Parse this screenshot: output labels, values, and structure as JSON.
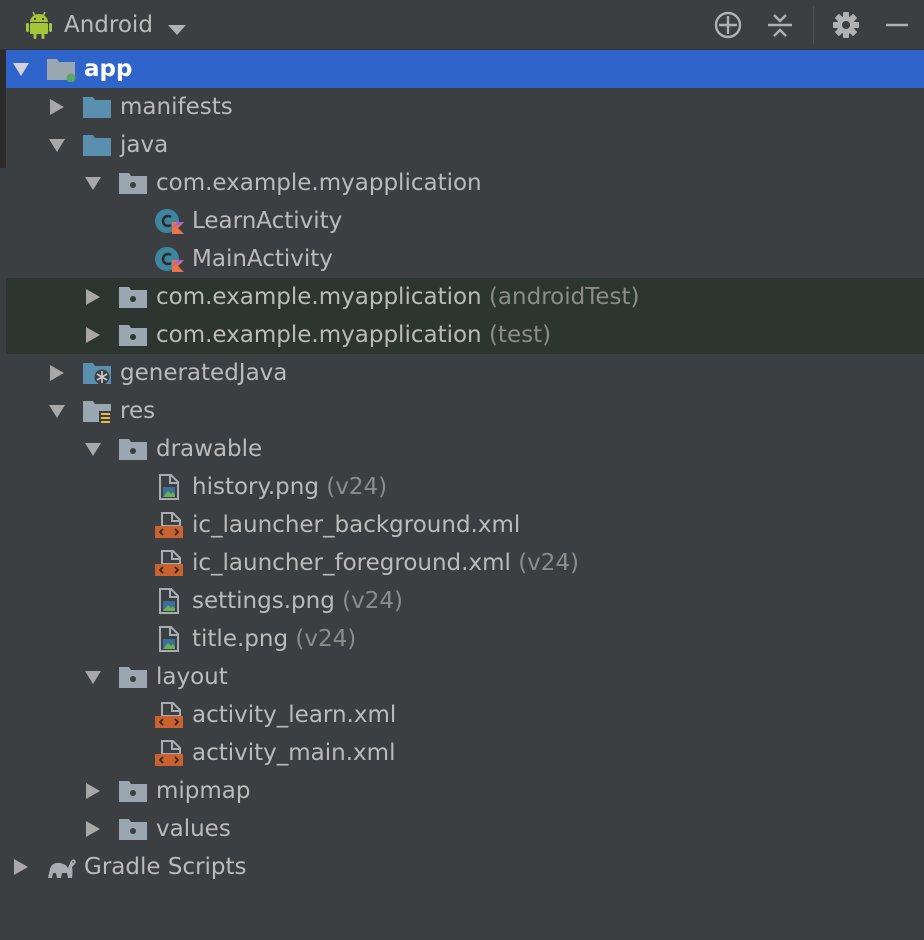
{
  "toolbar": {
    "view_label": "Android",
    "icons": {
      "view": "android-icon",
      "dropdown": "chevron-down-icon",
      "locate": "crosshair-icon",
      "collapse": "collapse-all-icon",
      "settings": "gear-icon",
      "hide": "minimize-icon"
    }
  },
  "colors": {
    "background": "#3c3f41",
    "selection": "#2f65ca",
    "test_source_background": "#2d3530",
    "text": "#bbbbbb",
    "hint_text": "#8c8c8c",
    "folder_blue": "#5a8fb0",
    "package_gray": "#9aa7b0",
    "xml_orange": "#c9622e"
  },
  "tree": {
    "app": {
      "label": "app"
    },
    "manifests": {
      "label": "manifests"
    },
    "java": {
      "label": "java"
    },
    "main_pkg": {
      "label": "com.example.myapplication"
    },
    "learn_activity": {
      "label": "LearnActivity"
    },
    "main_activity": {
      "label": "MainActivity"
    },
    "android_test_pkg": {
      "label": "com.example.myapplication",
      "hint": "(androidTest)"
    },
    "test_pkg": {
      "label": "com.example.myapplication",
      "hint": "(test)"
    },
    "generated_java": {
      "label": "generatedJava"
    },
    "res": {
      "label": "res"
    },
    "drawable": {
      "label": "drawable"
    },
    "history_png": {
      "label": "history.png",
      "hint": "(v24)"
    },
    "ic_launcher_background": {
      "label": "ic_launcher_background.xml"
    },
    "ic_launcher_foreground": {
      "label": "ic_launcher_foreground.xml",
      "hint": "(v24)"
    },
    "settings_png": {
      "label": "settings.png",
      "hint": "(v24)"
    },
    "title_png": {
      "label": "title.png",
      "hint": "(v24)"
    },
    "layout": {
      "label": "layout"
    },
    "activity_learn": {
      "label": "activity_learn.xml"
    },
    "activity_main": {
      "label": "activity_main.xml"
    },
    "mipmap": {
      "label": "mipmap"
    },
    "values": {
      "label": "values"
    },
    "gradle_scripts": {
      "label": "Gradle Scripts"
    }
  }
}
